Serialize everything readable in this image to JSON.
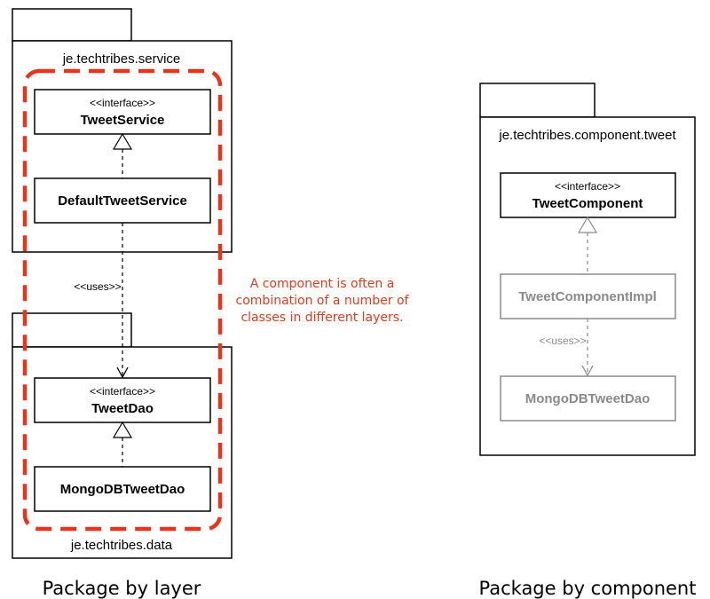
{
  "left": {
    "service_package": "je.techtribes.service",
    "tweet_service": {
      "stereotype": "<<interface>>",
      "name": "TweetService"
    },
    "default_tweet_service": {
      "name": "DefaultTweetService"
    },
    "uses_label": "<<uses>>",
    "data_package": "je.techtribes.data",
    "tweet_dao": {
      "stereotype": "<<interface>>",
      "name": "TweetDao"
    },
    "mongo_dao": {
      "name": "MongoDBTweetDao"
    },
    "note_lines": [
      "A component is often a",
      "combination of a number of",
      "classes in different layers."
    ],
    "caption": "Package by layer"
  },
  "right": {
    "component_package": "je.techtribes.component.tweet",
    "tweet_component": {
      "stereotype": "<<interface>>",
      "name": "TweetComponent"
    },
    "tweet_component_impl": {
      "name": "TweetComponentImpl"
    },
    "uses_label": "<<uses>>",
    "mongo_dao": {
      "name": "MongoDBTweetDao"
    },
    "caption": "Package by component"
  },
  "colors": {
    "highlight": "#e8351a",
    "note": "#e03a1e",
    "grey": "#8a8a8a"
  }
}
